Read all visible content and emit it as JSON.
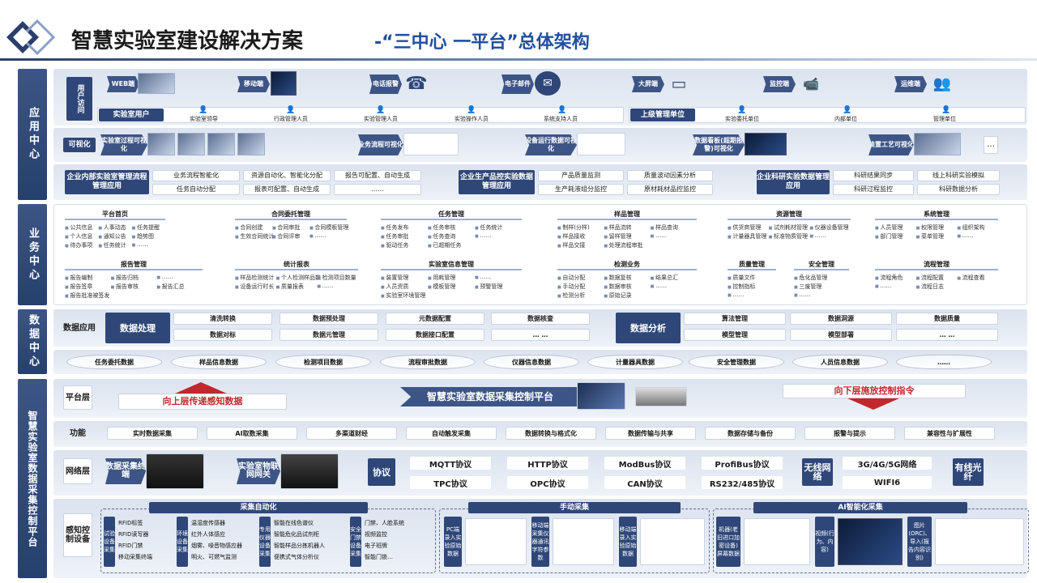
{
  "header": {
    "title": "智慧实验室建设解决方案",
    "subtitle": "-“三中心 一平台”总体架构"
  },
  "side": {
    "app": "应用中心",
    "biz": "业务中心",
    "data": "数据中心",
    "platform": "智慧实验室数据采集控制平台"
  },
  "users": {
    "label": "用户访问",
    "access": [
      "WEB端",
      "移动端",
      "电话报警",
      "电子邮件",
      "大屏端",
      "监控端",
      "运维端"
    ],
    "lab_user": "实验室用户",
    "lab_roles": [
      "实验室领导",
      "行政管理人员",
      "实验管理人员",
      "实验操作人员",
      "系统支持人员"
    ],
    "upper_unit": "上级管理单位",
    "upper_roles": [
      "实验委托单位",
      "内部单位",
      "管理单位"
    ]
  },
  "visual": {
    "label": "可视化",
    "items": [
      "实验室过程可视化",
      "业务流程可视化",
      "设备运行数据可视化",
      "数据看板(超期报警)可视化",
      "装置工艺可视化"
    ],
    "more": "…"
  },
  "apps": [
    {
      "title": "企业内部实验室管理流程管理应用",
      "items": [
        "业务流程智能化",
        "资源自动化、智能化分配",
        "报告可配置、自动生成",
        "任务自动分配",
        "报表可配置、自动生成",
        "……"
      ]
    },
    {
      "title": "企业生产品控实验数据管理应用",
      "items": [
        "产品质量监测",
        "质量波动因素分析",
        "生产耗液组分监控",
        "原材耗材品控监控"
      ]
    },
    {
      "title": "企业科研实验数据管理应用",
      "items": [
        "科研结果同步",
        "线上科研实验模拟",
        "科研过程监控",
        "科研数据分析"
      ]
    }
  ],
  "biz": {
    "groups": [
      {
        "title": "平台首页",
        "items": [
          "公共信息",
          "人事动态",
          "任务提醒",
          "个人信息",
          "通知公告",
          "趋势图",
          "待办事项",
          "任务统计",
          "……"
        ]
      },
      {
        "title": "合同委托管理",
        "items": [
          "合同创建",
          "合同审批",
          "合同模板管理",
          "生效合同统计",
          "合同评审",
          "……"
        ]
      },
      {
        "title": "任务管理",
        "items": [
          "任务发布",
          "任务审核",
          "任务统计",
          "任务审批",
          "任务查询",
          "……",
          "驱动任务",
          "已超期任务"
        ]
      },
      {
        "title": "样品管理",
        "items": [
          "制样(分样)",
          "样品流转",
          "样品查询",
          "样品接收",
          "留样管理",
          "……",
          "样品交接",
          "处理流程审批"
        ]
      },
      {
        "title": "资源管理",
        "items": [
          "供货商管理",
          "试剂耗材管理",
          "仪器设备管理",
          "计量器具管理",
          "标准物质管理",
          "……"
        ]
      },
      {
        "title": "系统管理",
        "items": [
          "人员管理",
          "权限管理",
          "组织架构",
          "部门管理",
          "菜单管理",
          "……"
        ]
      },
      {
        "title": "报告管理",
        "items": [
          "报告编制",
          "报告归档",
          "……",
          "报告签章",
          "报告审核",
          "报告汇总",
          "报告批准被签发"
        ]
      },
      {
        "title": "统计报表",
        "items": [
          "样品检测统计",
          "个人检测样品数",
          "检测项目数量",
          "设备运行时长",
          "质量报表",
          "……"
        ]
      },
      {
        "title": "实验室信息管理",
        "items": [
          "装置管理",
          "用耗管理",
          "……",
          "人员资质",
          "模板管理",
          "预警管理",
          "实验室环境管理"
        ]
      },
      {
        "title": "检测业务",
        "items": [
          "自动分配",
          "数据复核",
          "结果总汇",
          "手动分配",
          "数据审核",
          "……",
          "检测分析",
          "原始记录"
        ]
      },
      {
        "title": "质量管理",
        "items": [
          "质量文件",
          "控制指标",
          "……"
        ]
      },
      {
        "title": "安全管理",
        "items": [
          "危化品管理",
          "三废管理",
          "……"
        ]
      },
      {
        "title": "流程管理",
        "items": [
          "流程角色",
          "流程配置",
          "流程查看",
          "……",
          "流程日志"
        ]
      }
    ]
  },
  "dataapp": {
    "label": "数据应用",
    "process": "数据处理",
    "process_items": [
      "清洗转换",
      "数据预处理",
      "元数据配置",
      "数据核查",
      "数据对标",
      "数据元管理",
      "数据接口配置",
      "… …"
    ],
    "analysis": "数据分析",
    "analysis_items": [
      "算法管理",
      "数据洞源",
      "数据质量",
      "模型管理",
      "模型部署",
      "… …"
    ],
    "stores": [
      "任务委托数据",
      "样品信息数据",
      "检测项目数据",
      "流程审批数据",
      "仪器信息数据",
      "计量器具数据",
      "安全管理数据",
      "人员信息数据",
      "……"
    ]
  },
  "platform": {
    "layer": "平台层",
    "up": "向上层传递感知数据",
    "name": "智慧实验室数据采集控制平台",
    "down": "向下层施放控制指令",
    "func_label": "功能",
    "funcs": [
      "实时数据采集",
      "AI取数采集",
      "多渠道财经",
      "自动触发采集",
      "数据转换与格式化",
      "数据传输与共享",
      "数据存储与备份",
      "报警与提示",
      "兼容性与扩展性"
    ],
    "net_label": "网络层",
    "terminal": "数据采集终端",
    "gateway": "实验室物联网网关",
    "protocol": "协议",
    "protocols": [
      "MQTT协议",
      "HTTP协议",
      "ModBus协议",
      "ProfiBus协议",
      "TPC协议",
      "OPC协议",
      "CAN协议",
      "RS232/485协议"
    ],
    "wireless": "无线网络",
    "wireless_items": [
      "3G/4G/5G网络",
      "WIFI6"
    ],
    "wired": "有线光纤"
  },
  "sense": {
    "label": "感知控制设备",
    "auto": "采集自动化",
    "auto_cols": [
      {
        "title": "试验设备采集",
        "items": [
          "RFID标签",
          "RFID读写器",
          "RFID门禁",
          "移动采集终端"
        ]
      },
      {
        "title": "环境设备采集",
        "items": [
          "温湿度传感器",
          "红外人体感应",
          "烟雾、噪音物感应器",
          "明火、可燃气监测"
        ]
      },
      {
        "title": "专用仪器设备采集",
        "items": [
          "智能在线色谱仪",
          "智能危化品试剂柜",
          "智能样品分拣机器人",
          "便携式气体分析仪"
        ]
      },
      {
        "title": "安全门禁设备采集",
        "items": [
          "门禁、人脸系统",
          "视频监控",
          "电子班牌",
          "智能门锁…"
        ]
      }
    ],
    "manual": "手动采集",
    "manual_cols": [
      "PC端录入实验原始数据",
      "移动端采集仪器通讯字符参数",
      "移动端录入实验原始数据"
    ],
    "ai": "AI智能化采集",
    "ai_cols": [
      "机器(老旧进口加密设备)屏幕数据",
      "视频(行为、内容)",
      "图片(ORC)、导入(报告内容识别)"
    ]
  }
}
